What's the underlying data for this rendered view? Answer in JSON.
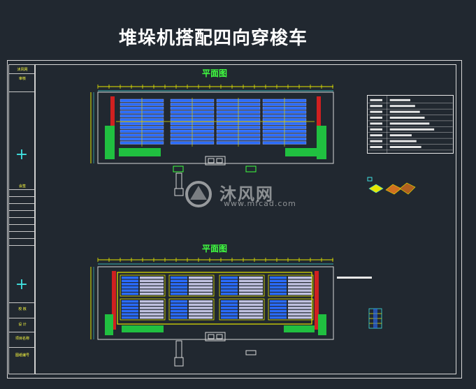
{
  "title": "堆垛机搭配四向穿梭车",
  "plans": [
    {
      "label": "平面图"
    },
    {
      "label": "平面图"
    }
  ],
  "title_block": {
    "rows": [
      "沭风网",
      "审核",
      "会签",
      "校 核",
      "设 计",
      "项目名称",
      "图纸编号"
    ]
  },
  "watermark": {
    "text": "沐风网",
    "url": "www.mfcad.com"
  },
  "colors": {
    "background": "#212830",
    "frame": "#d8d8d8",
    "plan_title": "#40ff40",
    "rack_blue": "#2a6cff",
    "rack_white": "#dcdcff",
    "beam_yellow": "#e6e600",
    "red_column": "#d02020",
    "green_equipment": "#20c040",
    "cyan_dims": "#40e0e0"
  }
}
